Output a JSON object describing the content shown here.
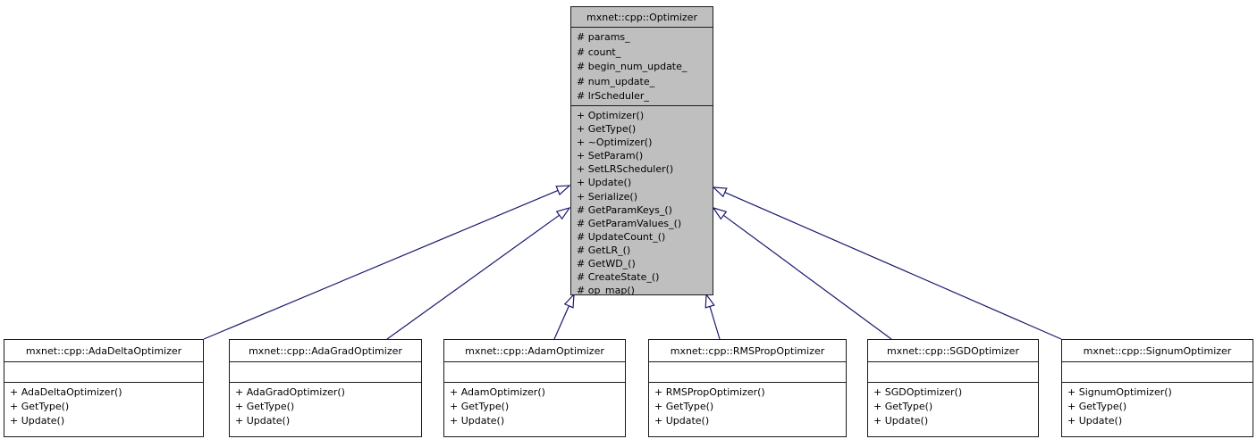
{
  "diagram": {
    "type": "uml-class-inheritance",
    "colors": {
      "edge": "#191970",
      "base_fill": "#bfbfbf",
      "derived_fill": "#ffffff",
      "border": "#000000",
      "text": "#000000"
    },
    "base_class": {
      "title": "mxnet::cpp::Optimizer",
      "fields": [
        "# params_",
        "# count_",
        "# begin_num_update_",
        "# num_update_",
        "# lrScheduler_"
      ],
      "methods": [
        "+ Optimizer()",
        "+ GetType()",
        "+ ~Optimizer()",
        "+ SetParam()",
        "+ SetLRScheduler()",
        "+ Update()",
        "+ Serialize()",
        "# GetParamKeys_()",
        "# GetParamValues_()",
        "# UpdateCount_()",
        "# GetLR_()",
        "# GetWD_()",
        "# CreateState_()",
        "# op_map()"
      ]
    },
    "derived_classes": [
      {
        "title": "mxnet::cpp::AdaDeltaOptimizer",
        "fields": [],
        "methods": [
          "+ AdaDeltaOptimizer()",
          "+ GetType()",
          "+ Update()"
        ]
      },
      {
        "title": "mxnet::cpp::AdaGradOptimizer",
        "fields": [],
        "methods": [
          "+ AdaGradOptimizer()",
          "+ GetType()",
          "+ Update()"
        ]
      },
      {
        "title": "mxnet::cpp::AdamOptimizer",
        "fields": [],
        "methods": [
          "+ AdamOptimizer()",
          "+ GetType()",
          "+ Update()"
        ]
      },
      {
        "title": "mxnet::cpp::RMSPropOptimizer",
        "fields": [],
        "methods": [
          "+ RMSPropOptimizer()",
          "+ GetType()",
          "+ Update()"
        ]
      },
      {
        "title": "mxnet::cpp::SGDOptimizer",
        "fields": [],
        "methods": [
          "+ SGDOptimizer()",
          "+ GetType()",
          "+ Update()"
        ]
      },
      {
        "title": "mxnet::cpp::SignumOptimizer",
        "fields": [],
        "methods": [
          "+ SignumOptimizer()",
          "+ GetType()",
          "+ Update()"
        ]
      }
    ],
    "edges": [
      {
        "from": "mxnet::cpp::AdaDeltaOptimizer",
        "to": "mxnet::cpp::Optimizer",
        "relation": "public-inheritance"
      },
      {
        "from": "mxnet::cpp::AdaGradOptimizer",
        "to": "mxnet::cpp::Optimizer",
        "relation": "public-inheritance"
      },
      {
        "from": "mxnet::cpp::AdamOptimizer",
        "to": "mxnet::cpp::Optimizer",
        "relation": "public-inheritance"
      },
      {
        "from": "mxnet::cpp::RMSPropOptimizer",
        "to": "mxnet::cpp::Optimizer",
        "relation": "public-inheritance"
      },
      {
        "from": "mxnet::cpp::SGDOptimizer",
        "to": "mxnet::cpp::Optimizer",
        "relation": "public-inheritance"
      },
      {
        "from": "mxnet::cpp::SignumOptimizer",
        "to": "mxnet::cpp::Optimizer",
        "relation": "public-inheritance"
      }
    ]
  }
}
